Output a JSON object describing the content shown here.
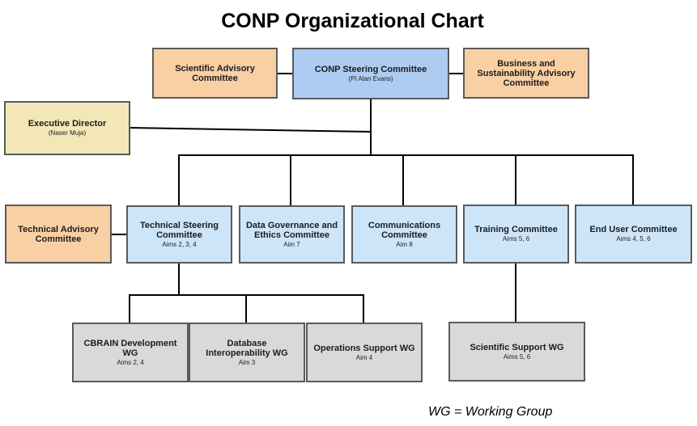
{
  "title": "CONP Organizational Chart",
  "nodes": {
    "scientific_advisory": {
      "title": "Scientific Advisory Committee",
      "sub": ""
    },
    "steering": {
      "title": "CONP Steering Committee",
      "sub": "(PI Alan Evans)"
    },
    "business": {
      "title": "Business and Sustainability Advisory Committee",
      "sub": ""
    },
    "executive_director": {
      "title": "Executive Director",
      "sub": "(Naser Muja)"
    },
    "technical_advisory": {
      "title": "Technical Advisory Committee",
      "sub": ""
    },
    "technical_steering": {
      "title": "Technical Steering Committee",
      "sub": "Aims 2, 3, 4"
    },
    "data_governance": {
      "title": "Data Governance and Ethics Committee",
      "sub": "Aim 7"
    },
    "communications": {
      "title": "Communications Committee",
      "sub": "Aim 8"
    },
    "training": {
      "title": "Training Committee",
      "sub": "Aims 5, 6"
    },
    "end_user": {
      "title": "End User Committee",
      "sub": "Aims 4, 5, 6"
    },
    "cbrain": {
      "title": "CBRAIN Development WG",
      "sub": "Aims 2, 4"
    },
    "database": {
      "title": "Database Interoperability WG",
      "sub": "Aim 3"
    },
    "operations": {
      "title": "Operations Support WG",
      "sub": "Aim 4"
    },
    "scientific_support": {
      "title": "Scientific Support WG",
      "sub": "Aims 5, 6"
    }
  },
  "footnote": "WG = Working Group",
  "colors": {
    "advisory": "#f9cfa4",
    "steering": "#aecbf2",
    "executive": "#f3e7b7",
    "committee": "#cde5f9",
    "working_group": "#d9d9d9",
    "border": "#5a5a5a",
    "connector": "#000000"
  }
}
